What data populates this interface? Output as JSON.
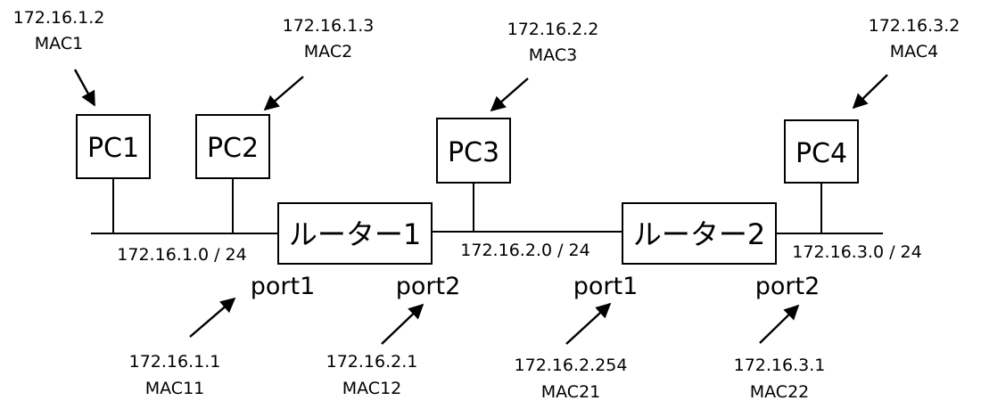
{
  "pcs": [
    {
      "label": "PC1",
      "ip": "172.16.1.2",
      "mac": "MAC1"
    },
    {
      "label": "PC2",
      "ip": "172.16.1.3",
      "mac": "MAC2"
    },
    {
      "label": "PC3",
      "ip": "172.16.2.2",
      "mac": "MAC3"
    },
    {
      "label": "PC4",
      "ip": "172.16.3.2",
      "mac": "MAC4"
    }
  ],
  "routers": [
    {
      "label": "ルーター1"
    },
    {
      "label": "ルーター2"
    }
  ],
  "networks": [
    {
      "label": "172.16.1.0 / 24"
    },
    {
      "label": "172.16.2.0 / 24"
    },
    {
      "label": "172.16.3.0 / 24"
    }
  ],
  "ports": [
    {
      "label": "port1",
      "ip": "172.16.1.1",
      "mac": "MAC11"
    },
    {
      "label": "port2",
      "ip": "172.16.2.1",
      "mac": "MAC12"
    },
    {
      "label": "port1",
      "ip": "172.16.2.254",
      "mac": "MAC21"
    },
    {
      "label": "port2",
      "ip": "172.16.3.1",
      "mac": "MAC22"
    }
  ]
}
